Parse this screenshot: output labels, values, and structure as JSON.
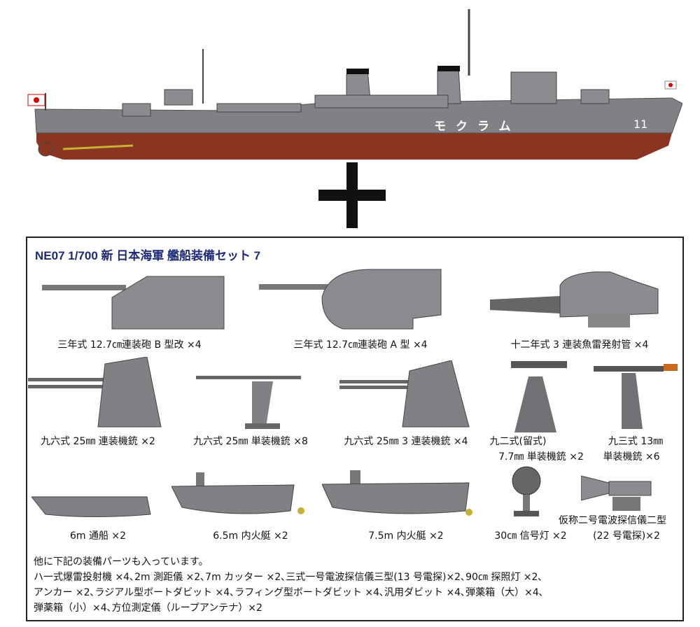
{
  "ship": {
    "name_on_hull": "モクラム",
    "hull_number": "11",
    "hull_color": "#7f8184",
    "lower_hull_color": "#8a3522"
  },
  "set_title": "NE07 1/700 新 日本海軍 艦船装備セット 7",
  "title_color": "#1c2a78",
  "parts": [
    {
      "label": "三年式 12.7㎝連装砲 B 型改 ×4"
    },
    {
      "label": "三年式 12.7㎝連装砲 A 型 ×4"
    },
    {
      "label": "十二年式 3 連装魚雷発射管 ×4"
    },
    {
      "label": "九六式 25㎜ 連装機銃 ×2"
    },
    {
      "label": "九六式 25㎜ 単装機銃 ×8"
    },
    {
      "label": "九六式 25㎜ 3 連装機銃 ×4"
    },
    {
      "label_line1": "九二式(留式)",
      "label_line2": "7.7㎜ 単装機銃 ×2"
    },
    {
      "label_line1": "九三式 13㎜",
      "label_line2": "単装機銃 ×6"
    },
    {
      "label": "6m 通船 ×2"
    },
    {
      "label": "6.5m 内火艇 ×2"
    },
    {
      "label": "7.5m 内火艇 ×2"
    },
    {
      "label": "30㎝ 信号灯 ×2"
    },
    {
      "label_line1": "仮称二号電波探信儀二型",
      "label_line2": "(22 号電探)×2"
    }
  ],
  "notes": [
    "他に下記の装備パーツも入っています。",
    "ハ一式爆雷投射機 ×4､2m 測距儀 ×2､7m カッター ×2､三式一号電波探信儀三型(13 号電探)×2､90㎝ 探照灯 ×2､",
    "アンカー ×2､ラジアル型ボートダビット ×4､ラフィング型ボートダビット ×4､汎用ダビット ×4､弾薬箱（大）×4､",
    "弾薬箱（小）×4､方位測定儀（ループアンテナ）×2"
  ]
}
